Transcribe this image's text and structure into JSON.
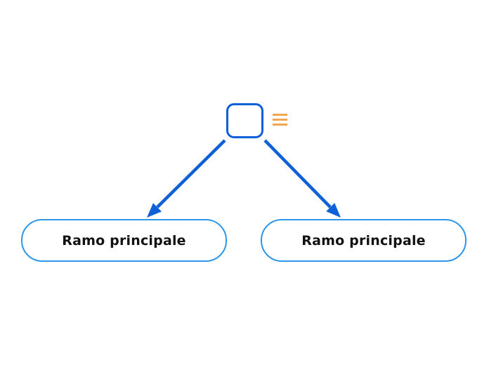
{
  "root_node": {
    "label": "",
    "type": "root-topic"
  },
  "root_menu": {
    "icon": "hamburger-icon"
  },
  "branches": [
    {
      "label": "Ramo principale"
    },
    {
      "label": "Ramo principale"
    }
  ],
  "colors": {
    "canvas-bg": "#ffffff",
    "root-border": "#0d60d8",
    "connector": "#0d60d8",
    "branch-border": "#2e96e8",
    "menu-orange": "#f5a54e",
    "node-text": "#111111"
  }
}
